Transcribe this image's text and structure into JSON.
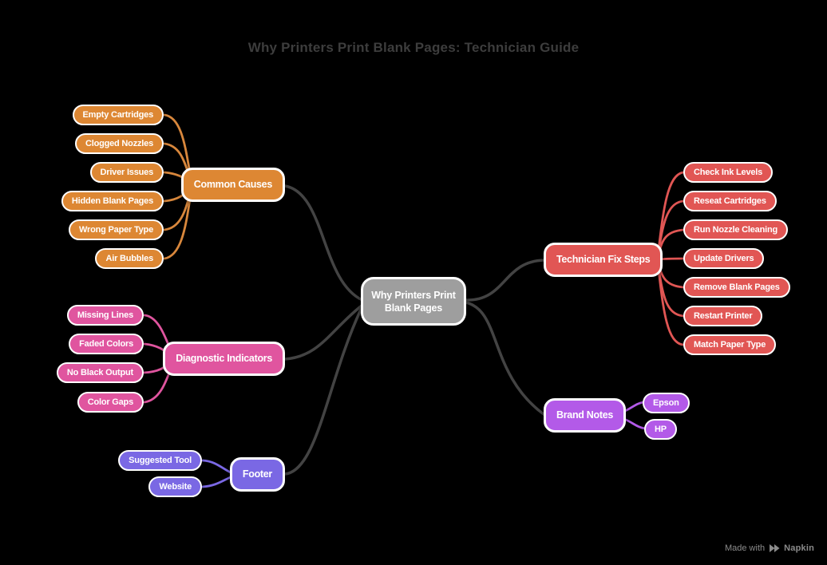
{
  "title": "Why Printers Print Blank Pages: Technician Guide",
  "center": {
    "label": "Why Printers Print Blank Pages",
    "color": "#9e9e9e"
  },
  "connector_color": "#434343",
  "branches": [
    {
      "label": "Common Causes",
      "color": "#dd8733",
      "children": [
        {
          "label": "Empty Cartridges"
        },
        {
          "label": "Clogged Nozzles"
        },
        {
          "label": "Driver Issues"
        },
        {
          "label": "Hidden Blank Pages"
        },
        {
          "label": "Wrong Paper Type"
        },
        {
          "label": "Air Bubbles"
        }
      ]
    },
    {
      "label": "Diagnostic Indicators",
      "color": "#e0559f",
      "children": [
        {
          "label": "Missing Lines"
        },
        {
          "label": "Faded Colors"
        },
        {
          "label": "No Black Output"
        },
        {
          "label": "Color Gaps"
        }
      ]
    },
    {
      "label": "Footer",
      "color": "#7a68e4",
      "children": [
        {
          "label": "Suggested Tool"
        },
        {
          "label": "Website"
        }
      ]
    },
    {
      "label": "Technician Fix Steps",
      "color": "#e15654",
      "children": [
        {
          "label": "Check Ink Levels"
        },
        {
          "label": "Reseat Cartridges"
        },
        {
          "label": "Run Nozzle Cleaning"
        },
        {
          "label": "Update Drivers"
        },
        {
          "label": "Remove Blank Pages"
        },
        {
          "label": "Restart Printer"
        },
        {
          "label": "Match Paper Type"
        }
      ]
    },
    {
      "label": "Brand Notes",
      "color": "#b35ae8",
      "children": [
        {
          "label": "Epson"
        },
        {
          "label": "HP"
        }
      ]
    }
  ],
  "watermark": {
    "prefix": "Made with",
    "brand": "Napkin"
  }
}
